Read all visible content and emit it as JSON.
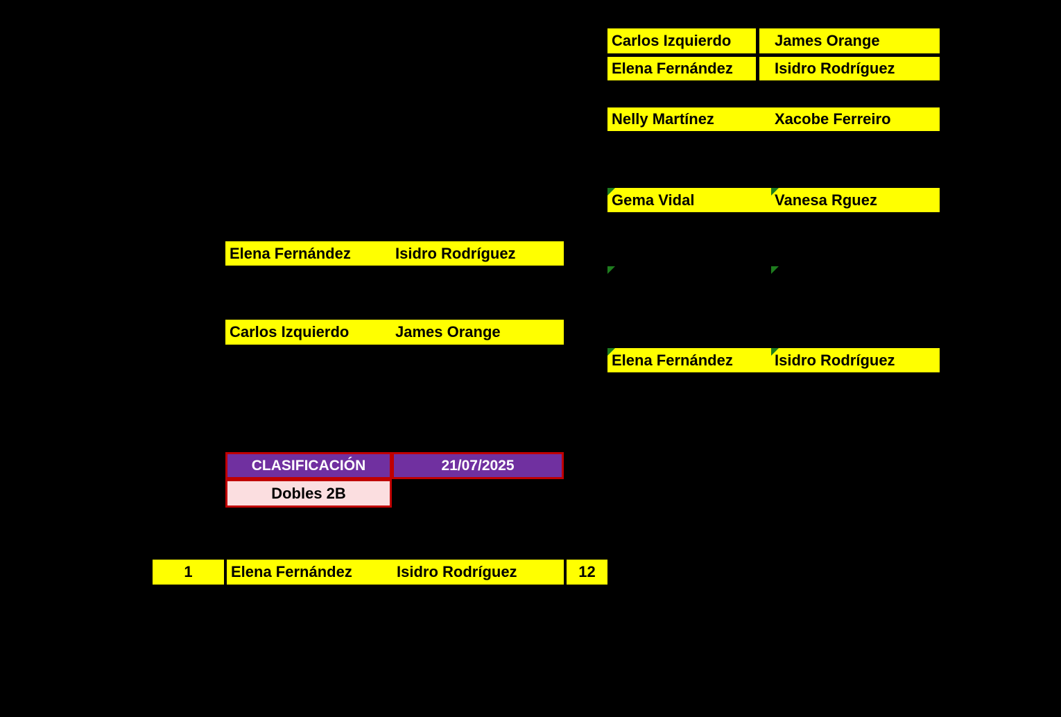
{
  "colors": {
    "background": "#000000",
    "cell_yellow": "#FFFF00",
    "header_purple": "#7030A0",
    "border_red": "#C00000",
    "category_pink": "#FBDEE0",
    "error_indicator_green": "#1E7C1E"
  },
  "right_bracket": {
    "final_box": {
      "rows": [
        {
          "player1": "Carlos Izquierdo",
          "player2": "James Orange"
        },
        {
          "player1": "Elena Fernández",
          "player2": "Isidro Rodríguez"
        }
      ]
    },
    "round_rows": [
      {
        "player1": "Nelly Martínez",
        "player2": "Xacobe Ferreiro"
      },
      {
        "player1": "Gema Vidal",
        "player2": "Vanesa Rguez"
      },
      {
        "player1": "Elena Fernández",
        "player2": "Isidro Rodríguez"
      }
    ]
  },
  "left_bracket": {
    "rows": [
      {
        "player1": "Elena Fernández",
        "player2": "Isidro Rodríguez"
      },
      {
        "player1": "Carlos Izquierdo",
        "player2": "James Orange"
      }
    ]
  },
  "classification": {
    "title": "CLASIFICACIÓN",
    "date": "21/07/2025",
    "category": "Dobles 2B",
    "standings": [
      {
        "rank": "1",
        "player1": "Elena Fernández",
        "player2": "Isidro Rodríguez",
        "points": "12"
      }
    ]
  }
}
